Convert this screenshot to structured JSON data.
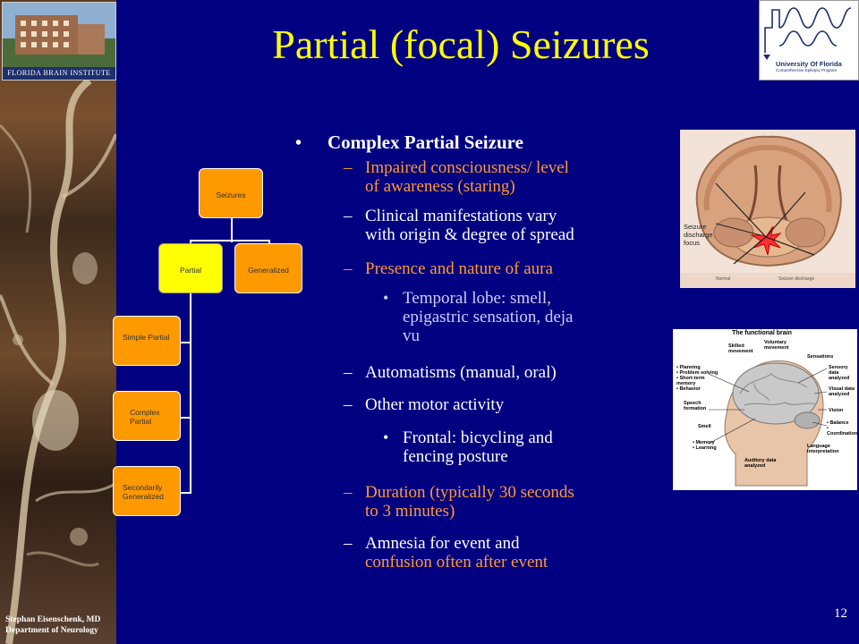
{
  "header": {
    "title": "Partial (focal) Seizures",
    "brain_institute_banner": "FLORIDA BRAIN INSTITUTE",
    "logo_name": "University Of Florida",
    "logo_subtitle": "Comprehensive Epilepsy Program"
  },
  "org_chart": {
    "root": "Seizures",
    "partial": "Partial",
    "generalized": "Generalized",
    "simple_partial": "Simple Partial",
    "complex_partial": "Complex Partial",
    "secondarily_generalized": "Secondarily Generalized",
    "colors": {
      "orange": "#ff9900",
      "yellow": "#ffff00"
    }
  },
  "content": {
    "heading": "Complex Partial Seizure",
    "items": [
      {
        "text_a": "Impaired consciousness/ level",
        "text_b": "of awareness (staring)"
      },
      {
        "text_a": "Clinical manifestations vary",
        "text_b": "with origin & degree of spread"
      },
      {
        "text_a": "Presence and nature of aura"
      },
      {
        "text_a": "Temporal lobe: smell,",
        "text_b": "epigastric sensation, deja",
        "text_c": "vu"
      },
      {
        "text_a": "Automatisms (manual, oral)"
      },
      {
        "text_a": "Other motor activity"
      },
      {
        "text_a": "Frontal: bicycling and",
        "text_b": "fencing posture"
      },
      {
        "text_a": "Duration (typically 30 seconds",
        "text_b": "to 3 minutes)"
      },
      {
        "text_a": "Amnesia for event and",
        "text_b": "confusion often after event"
      }
    ]
  },
  "brain_slice": {
    "label_seizure": "Seizure",
    "label_discharge": "discharge",
    "label_focus": "focus",
    "label_normal": "Normal",
    "label_seizure_discharge": "Seizure discharge"
  },
  "functional_brain": {
    "title": "The functional brain",
    "labels": {
      "skilled": "Skilled movement",
      "voluntary": "Voluntary movement",
      "sensations": "Sensations",
      "planning": "• Planning\n• Problem solving\n• Short-term memory\n• Behavior",
      "sensory": "Sensory data analyzed",
      "visual": "Visual data analyzed",
      "speech": "Speech formation",
      "vision": "Vision",
      "smell": "Smell",
      "balance": "• Balance\n• Coordination",
      "memory": "• Memory\n• Learning",
      "language": "Language interpretation",
      "auditory": "Auditory data analyzed"
    }
  },
  "footer": {
    "author": "Stephan Eisenschenk, MD",
    "department": "Department of Neurology",
    "page_number": "12"
  },
  "colors": {
    "background": "#000080",
    "title": "#ffff00",
    "accent_orange": "#ff9933"
  }
}
